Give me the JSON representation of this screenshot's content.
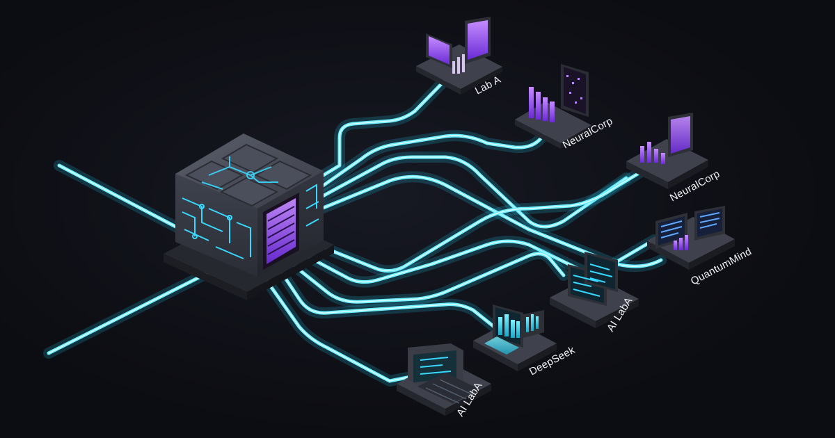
{
  "nodes": [
    {
      "id": "lab-a-top",
      "label": "Lab A",
      "accent": "#9a5cff",
      "screen": "purple"
    },
    {
      "id": "neuralcorp-1",
      "label": "NeuralCorp",
      "accent": "#9a5cff",
      "screen": "purple"
    },
    {
      "id": "neuralcorp-2",
      "label": "NeuralCorp",
      "accent": "#b07bff",
      "screen": "purple"
    },
    {
      "id": "quantummind",
      "label": "QuantumMind",
      "accent": "#6f8dff",
      "screen": "mixed"
    },
    {
      "id": "ai-laba-right",
      "label": "AI LabA",
      "accent": "#37d8ff",
      "screen": "cyan"
    },
    {
      "id": "deepseek",
      "label": "DeepSeek",
      "accent": "#37d8ff",
      "screen": "cyan"
    },
    {
      "id": "ai-laba-bottom",
      "label": "AI LabA",
      "accent": "#37d8ff",
      "screen": "cyan"
    }
  ],
  "hub": {
    "icon": "server-chip-icon",
    "accent": "#9a5cff"
  },
  "colors": {
    "cable": "#4fe8ff",
    "background": "#0e0f14",
    "purple": "#9a5cff",
    "cyan": "#37d8ff"
  }
}
